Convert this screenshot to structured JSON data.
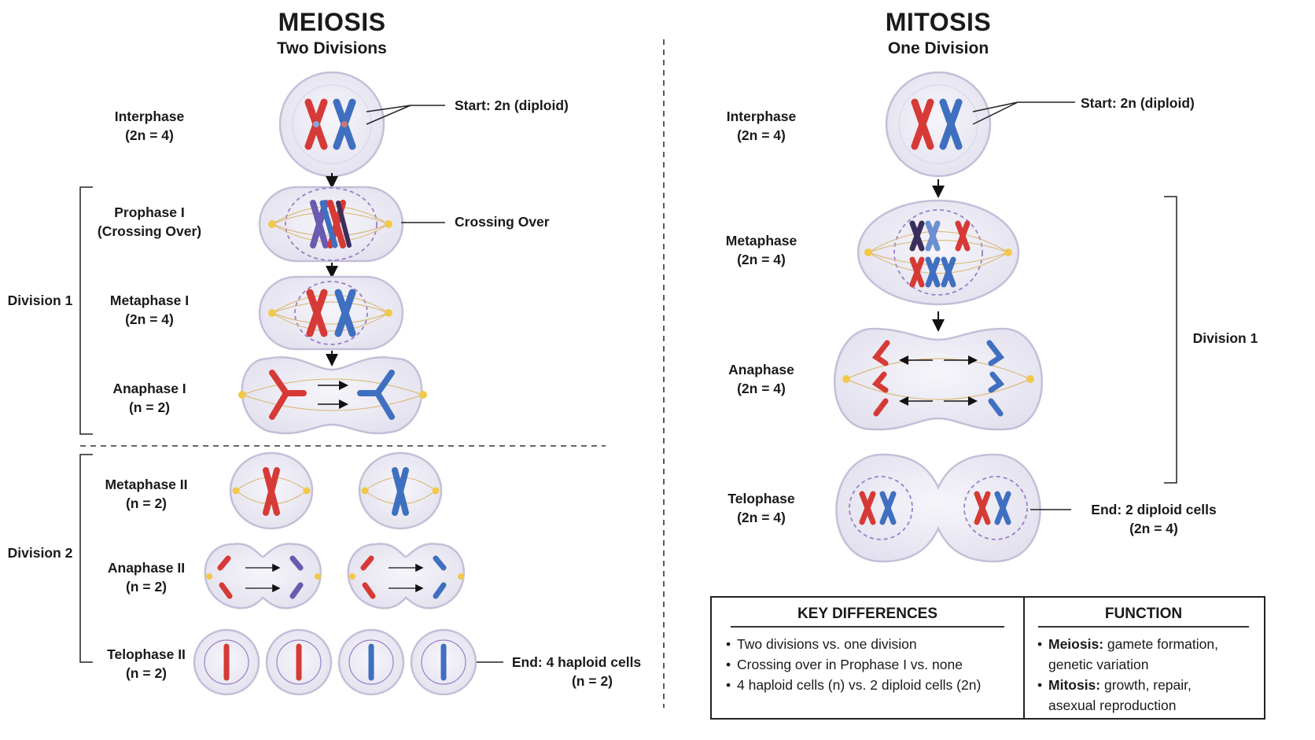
{
  "meiosis": {
    "title": "MEIOSIS",
    "subtitle": "Two Divisions",
    "stages": [
      {
        "name": "Interphase",
        "count": "(2n = 4)"
      },
      {
        "name": "Prophase I",
        "count": "(Crossing Over)"
      },
      {
        "name": "Metaphase I",
        "count": "(2n = 4)"
      },
      {
        "name": "Anaphase I",
        "count": "(n = 2)"
      },
      {
        "name": "Metaphase II",
        "count": "(n = 2)"
      },
      {
        "name": "Anaphase II",
        "count": "(n = 2)"
      },
      {
        "name": "Telophase II",
        "count": "(n = 2)"
      }
    ],
    "callouts": {
      "start": "Start: 2n (diploid)",
      "crossing": "Crossing Over",
      "end_line1": "End: 4 haploid cells",
      "end_line2": "(n = 2)"
    },
    "divisions": [
      "Division 1",
      "Division 2"
    ]
  },
  "mitosis": {
    "title": "MITOSIS",
    "subtitle": "One Division",
    "stages": [
      {
        "name": "Interphase",
        "count": "(2n = 4)"
      },
      {
        "name": "Metaphase",
        "count": "(2n = 4)"
      },
      {
        "name": "Anaphase",
        "count": "(2n = 4)"
      },
      {
        "name": "Telophase",
        "count": "(2n = 4)"
      }
    ],
    "callouts": {
      "start": "Start: 2n (diploid)",
      "end_line1": "End: 2 diploid cells",
      "end_line2": "(2n = 4)"
    },
    "divisions": [
      "Division 1"
    ]
  },
  "key_differences": {
    "title": "KEY DIFFERENCES",
    "items": [
      "Two divisions vs. one division",
      "Crossing over in Prophase I vs. none",
      "4 haploid cells (n) vs. 2 diploid cells (2n)"
    ]
  },
  "function": {
    "title": "FUNCTION",
    "items": [
      {
        "term": "Meiosis:",
        "text": " gamete formation,",
        "cont": "genetic variation"
      },
      {
        "term": "Mitosis:",
        "text": " growth, repair,",
        "cont": "asexual reproduction"
      }
    ]
  },
  "colors": {
    "maternal": "#d63a36",
    "paternal": "#3f6fc0",
    "cell_fill": "#ecebf4",
    "cell_stroke": "#c4bfd8",
    "spindle": "#d9b46a",
    "centrosome": "#f2c84a",
    "nucleus": "#9b7fc8"
  }
}
